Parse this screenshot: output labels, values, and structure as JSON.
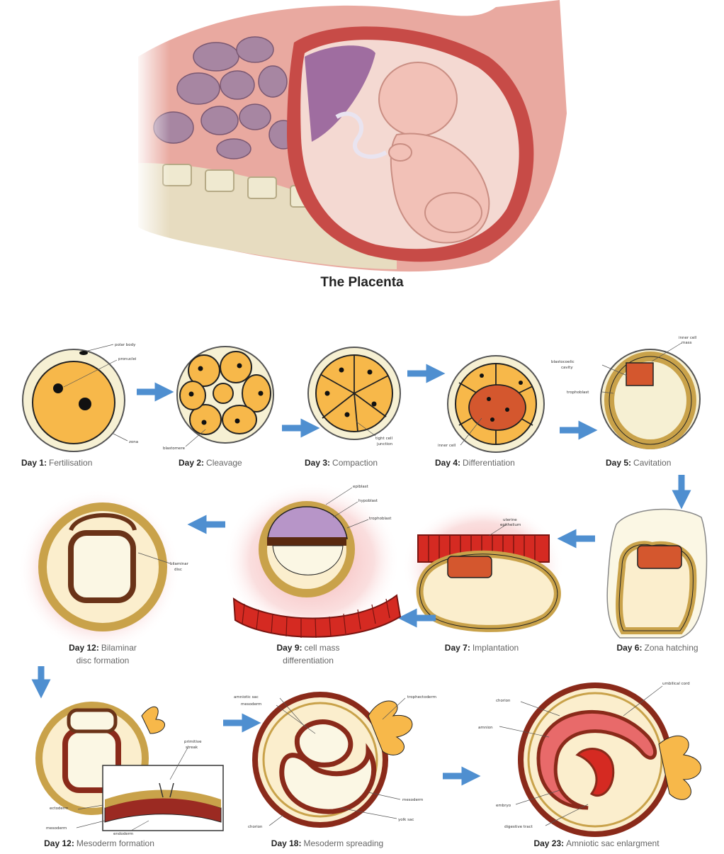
{
  "title": "The Placenta",
  "stages": [
    {
      "day": "Day 1:",
      "name": "Fertilisation"
    },
    {
      "day": "Day 2:",
      "name": "Cleavage"
    },
    {
      "day": "Day 3:",
      "name": "Compaction"
    },
    {
      "day": "Day 4:",
      "name": "Differentiation"
    },
    {
      "day": "Day 5:",
      "name": "Cavitation"
    },
    {
      "day": "Day 6:",
      "name": "Zona hatching"
    },
    {
      "day": "Day 7:",
      "name": "Implantation"
    },
    {
      "day": "Day 9:",
      "name": "cell mass",
      "name2": "differentiation"
    },
    {
      "day": "Day 12:",
      "name": "Bilaminar",
      "name2": "disc formation"
    },
    {
      "day": "Day 12:",
      "name": "Mesoderm formation"
    },
    {
      "day": "Day 18:",
      "name": "Mesoderm spreading"
    },
    {
      "day": "Day 23:",
      "name": "Amniotic sac enlargment"
    }
  ],
  "labels": {
    "polar_body": "polar body",
    "pronuclei": "pronuclei",
    "zona": "zona",
    "blastomere": "blastomere",
    "tight_junction_1": "tight cell",
    "tight_junction_2": "junction",
    "inner_cell": "inner cell",
    "inner_cell_mass_1": "inner cell",
    "inner_cell_mass_2": "mass",
    "blastocoelic_1": "blastocoelic",
    "blastocoelic_2": "cavity",
    "trophoblast": "trophoblast",
    "uterine_1": "uterine",
    "uterine_2": "epithelium",
    "epiblast": "epiblast",
    "hypoblast": "hypoblast",
    "trophoblast_9": "trophoblast",
    "bilaminar_1": "bilaminar",
    "bilaminar_2": "disc",
    "primitive_1": "primitive",
    "primitive_2": "streak",
    "ectoderm": "ectoderm",
    "mesoderm": "mesoderm",
    "endoderm": "endoderm",
    "amniotic_sac": "amniotic sac",
    "mesoderm_18a": "mesoderm",
    "trophectoderm": "trophectoderm",
    "mesoderm_18b": "mesoderm",
    "yolk_sac": "yolk sac",
    "chorion_18": "chorion",
    "chorion_23": "chorion",
    "amnion": "amnion",
    "umbilical_cord": "umbilical cord",
    "embryo": "embryo",
    "digestive_tract": "digestive tract"
  },
  "colors": {
    "cell_fill": "#f7b84a",
    "zona": "#f6f0d3",
    "arrow": "#4f8fd0",
    "mass": "#d4572e",
    "red": "#d52a22",
    "glow": "#f5b8b8"
  }
}
